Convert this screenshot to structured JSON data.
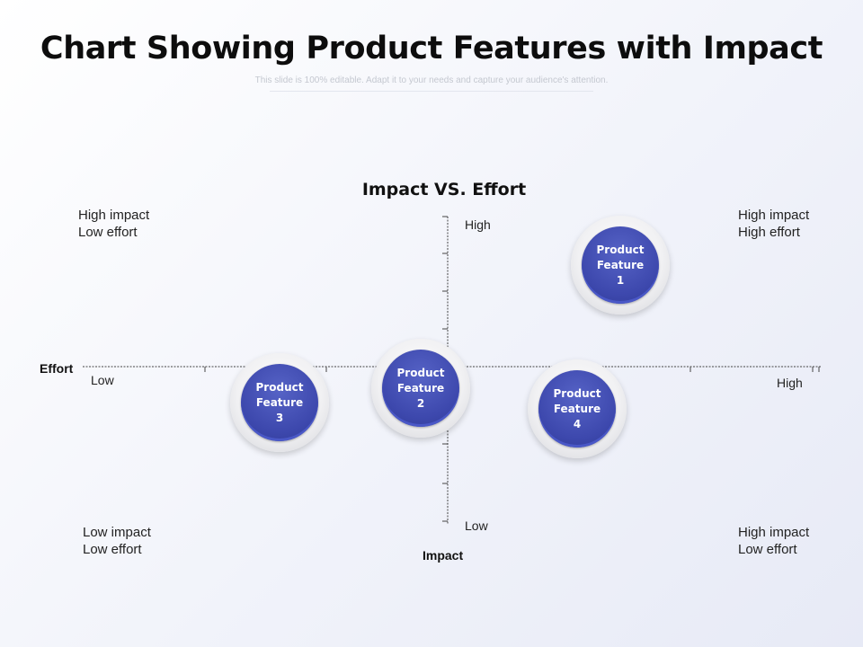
{
  "header": {
    "title": "Chart Showing Product Features with Impact",
    "subtitle": "This slide is 100% editable. Adapt it to your needs and capture your audience's attention."
  },
  "chart": {
    "title": "Impact VS. Effort",
    "quadrants": {
      "top_left": "High impact\nLow effort",
      "top_right": "High impact\nHigh effort",
      "bottom_left": "Low impact\nLow effort",
      "bottom_right": "High impact\nLow effort"
    },
    "x_axis": {
      "name": "Effort",
      "low": "Low",
      "high": "High"
    },
    "y_axis": {
      "name": "Impact",
      "low": "Low",
      "high": "High"
    },
    "features": [
      {
        "label": "Product\nFeature\n1"
      },
      {
        "label": "Product\nFeature\n2"
      },
      {
        "label": "Product\nFeature\n3"
      },
      {
        "label": "Product\nFeature\n4"
      }
    ],
    "colors": {
      "bubble": "#3d48ad",
      "ring": "#e9e9ec"
    }
  }
}
